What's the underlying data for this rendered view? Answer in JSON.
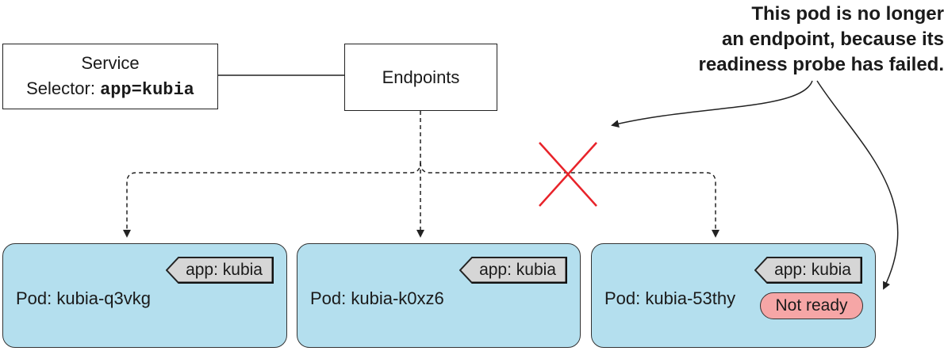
{
  "service": {
    "line1": "Service",
    "selector_label": "Selector:",
    "selector_value": "app=kubia"
  },
  "endpoints": {
    "label": "Endpoints"
  },
  "pods": [
    {
      "name": "Pod: kubia-q3vkg",
      "tag": "app: kubia"
    },
    {
      "name": "Pod: kubia-k0xz6",
      "tag": "app: kubia"
    },
    {
      "name": "Pod: kubia-53thy",
      "tag": "app: kubia",
      "status": "Not ready"
    }
  ],
  "callout": {
    "lines": [
      "This pod is no longer",
      "an endpoint, because its",
      "readiness probe has failed."
    ]
  },
  "colors": {
    "pod_fill": "#b4dfee",
    "tag_fill": "#d6d6d6",
    "not_ready_fill": "#f6a6a6",
    "cross": "#e8232a"
  }
}
